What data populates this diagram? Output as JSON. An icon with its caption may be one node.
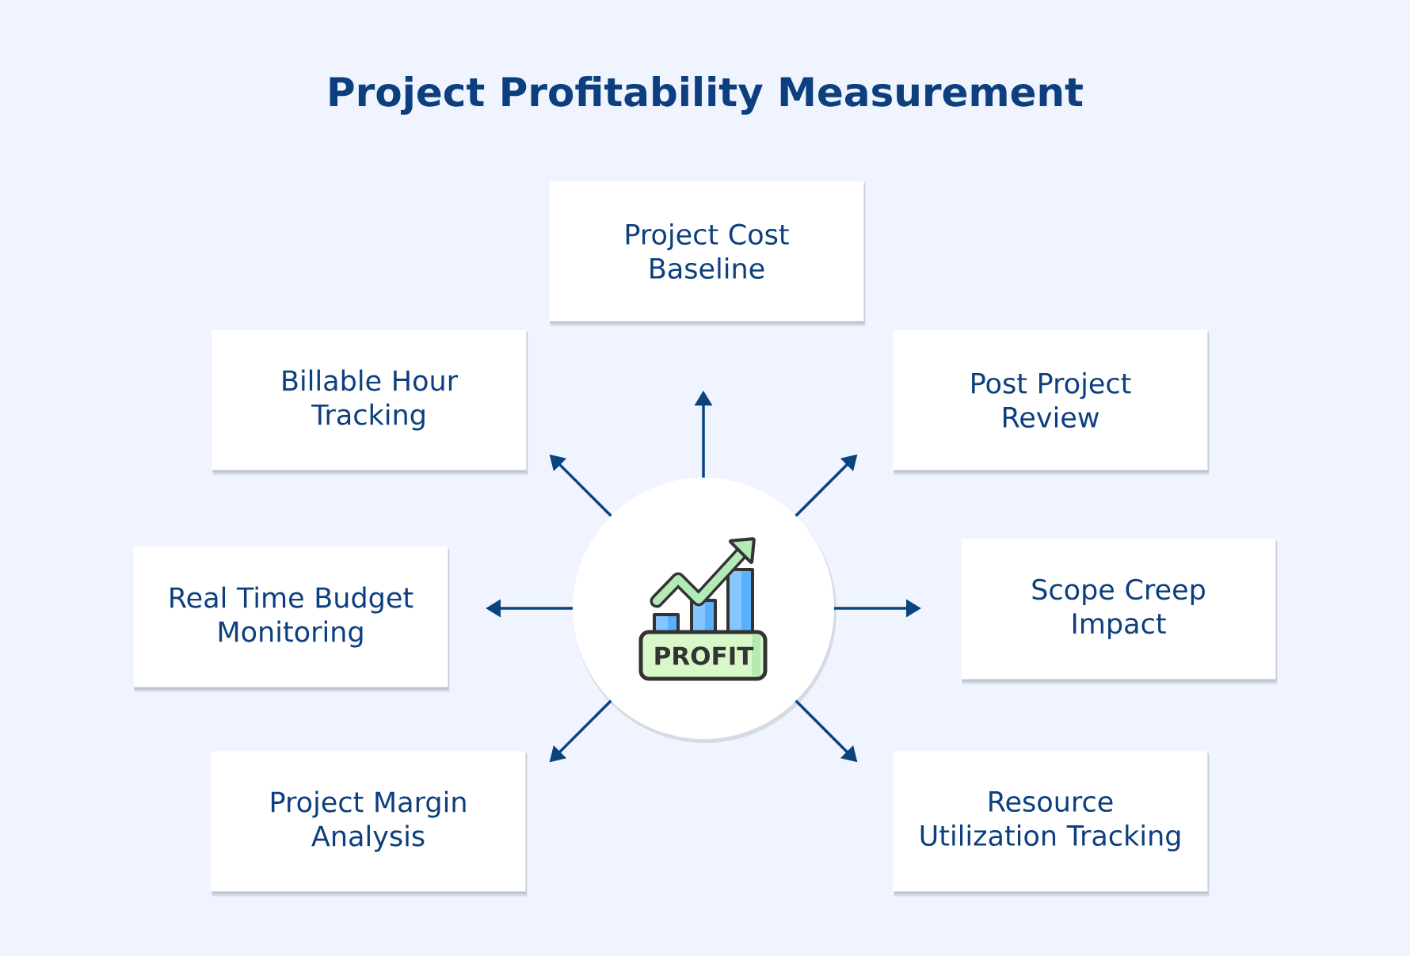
{
  "diagram": {
    "title": "Project Profitability Measurement",
    "nodes": [
      {
        "text": [
          "Project Cost Baseline"
        ]
      },
      {
        "text": [
          "Billable Hour Tracking"
        ]
      },
      {
        "text": [
          "Post Project Review"
        ]
      },
      {
        "text": [
          "Real Time Budget Monitoring"
        ]
      },
      {
        "text": [
          "PROFIT"
        ]
      },
      {
        "text": [
          "Scope Creep Impact"
        ]
      },
      {
        "text": [
          "Project Margin Analysis"
        ]
      },
      {
        "text": [
          "Resource Utilization Tracking"
        ]
      }
    ],
    "edges": [
      {
        "from": 4,
        "to": 0,
        "arrow": "to"
      },
      {
        "from": 4,
        "to": 1,
        "arrow": "to"
      },
      {
        "from": 4,
        "to": 2,
        "arrow": "to"
      },
      {
        "from": 4,
        "to": 3,
        "arrow": "to"
      },
      {
        "from": 4,
        "to": 5,
        "arrow": "to"
      },
      {
        "from": 4,
        "to": 6,
        "arrow": "to"
      },
      {
        "from": 4,
        "to": 7,
        "arrow": "to"
      }
    ]
  }
}
